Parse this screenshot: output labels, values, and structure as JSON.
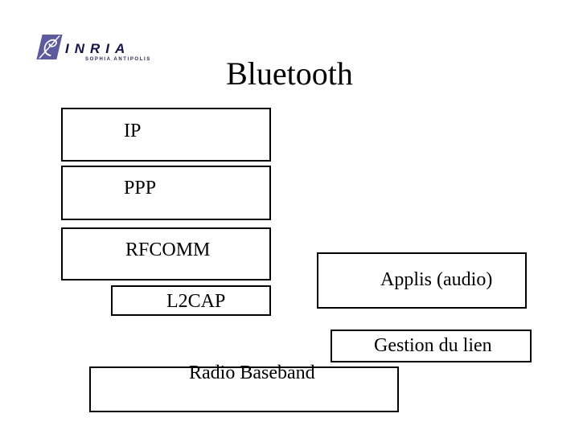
{
  "slide": {
    "title": "Bluetooth"
  },
  "logo": {
    "name": "INRIA",
    "subtitle": "SOPHIA ANTIPOLIS",
    "emblem_color": "#5b5b9e",
    "text_color": "#15154a"
  },
  "diagram": {
    "border_color": "#000000",
    "background_color": "#ffffff",
    "text_color": "#000000",
    "boxes": [
      {
        "id": "ip",
        "label": "IP"
      },
      {
        "id": "ppp",
        "label": "PPP"
      },
      {
        "id": "rfcomm",
        "label": "RFCOMM"
      },
      {
        "id": "l2cap",
        "label": "L2CAP"
      },
      {
        "id": "applis_audio",
        "label": "Applis (audio)"
      },
      {
        "id": "gestion_du_lien",
        "label": "Gestion du lien"
      },
      {
        "id": "radio_baseband",
        "label": "Radio Baseband"
      }
    ]
  }
}
